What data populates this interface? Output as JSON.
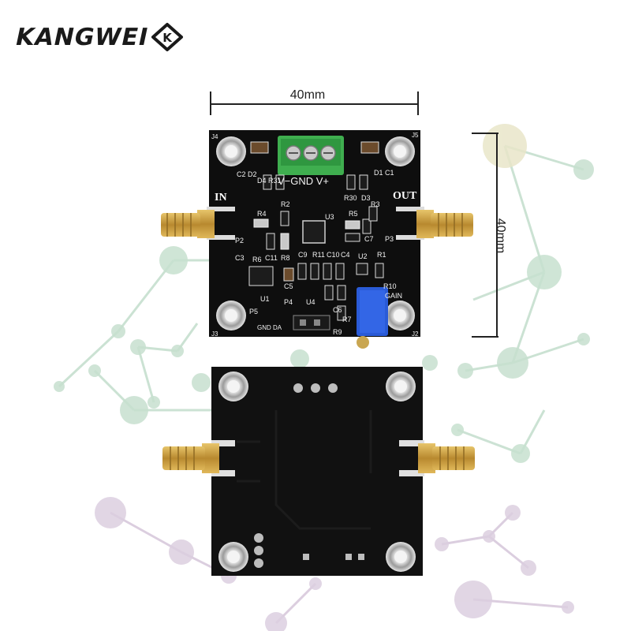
{
  "brand": {
    "name": "KANGWEI",
    "badge": "K"
  },
  "dimensions": {
    "width_label": "40mm",
    "height_label": "40mm"
  },
  "top_board": {
    "in_label": "IN",
    "out_label": "OUT",
    "terminal_label": "V−GND V+",
    "gain_label": "GAIN",
    "designators": {
      "j4": "J4",
      "j5": "J5",
      "j3": "J3",
      "j2": "J2",
      "c2": "C2",
      "d2": "D2",
      "d4": "D4",
      "r31": "R31",
      "d1": "D1",
      "c1": "C1",
      "r30": "R30",
      "d3": "D3",
      "r4": "R4",
      "r2": "R2",
      "u3": "U3",
      "r5": "R5",
      "r3": "R3",
      "p2": "P2",
      "p3": "P3",
      "r6": "R6",
      "c11": "C11",
      "r8": "R8",
      "c7": "C7",
      "c3": "C3",
      "c9": "C9",
      "r11": "R11",
      "c10": "C10",
      "c4": "C4",
      "u2": "U2",
      "r1": "R1",
      "c5": "C5",
      "u1": "U1",
      "p4": "P4",
      "u4": "U4",
      "r10": "R10",
      "p5": "P5",
      "c6": "C6",
      "r7": "R7",
      "r9": "R9",
      "gnd_da": "GND DA"
    }
  },
  "colors": {
    "board": "#0e0e0e",
    "terminal": "#3fae4f",
    "pot": "#2a5bd7",
    "gold": "#c79a3a",
    "network": "#b9d9c4"
  }
}
